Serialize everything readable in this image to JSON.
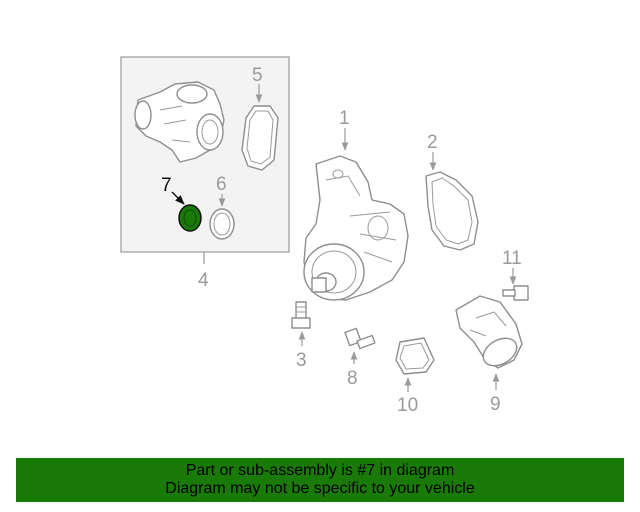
{
  "callouts": {
    "c1": "1",
    "c2": "2",
    "c3": "3",
    "c4": "4",
    "c5": "5",
    "c6": "6",
    "c7": "7",
    "c8": "8",
    "c9": "9",
    "c10": "10",
    "c11": "11"
  },
  "highlight_color": "#1a7a07",
  "footer": {
    "line1": "Part or sub-assembly is #7 in diagram",
    "line2": "Diagram may not be specific to your vehicle"
  }
}
